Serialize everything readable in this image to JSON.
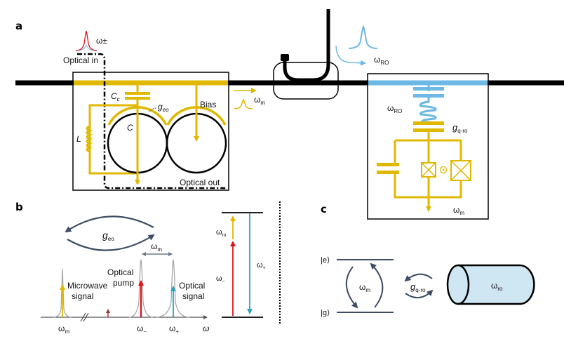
{
  "colors": {
    "gold": "#e0b800",
    "blue": "#6db8e4",
    "red": "#e0101a",
    "teal": "#2aa0c8",
    "dark_arrow": "#3e4d63",
    "grey_peak": "#a8a8a8",
    "cylinder_fill": "#cfe6f3",
    "dark_red": "#9a3030"
  },
  "panel_a": {
    "panel_label": "a",
    "optical_in": "Optical in",
    "optical_out": "Optical out",
    "omega_pm": "ω±",
    "cc_label": "C",
    "cc_sub": "c",
    "g_eo": "g",
    "g_eo_sub": "eo",
    "c_label": "C",
    "l_label": "L",
    "bias_label": "Bias",
    "omega_m": "ω",
    "omega_m_sub": "m",
    "omega_ro_top": "ω",
    "omega_ro_top_sub": "RO",
    "omega_ro_box": "ω",
    "omega_ro_box_sub": "RO",
    "g_qro": "g",
    "g_qro_sub": "q-ro",
    "omega_m_box": "ω",
    "omega_m_box_sub": "m"
  },
  "panel_b": {
    "panel_label": "b",
    "g_eo": "g",
    "g_eo_sub": "eo",
    "spacing": "ω",
    "spacing_sub": "m",
    "microwave_signal": [
      "Microwave",
      "signal"
    ],
    "optical_pump": [
      "Optical",
      "pump"
    ],
    "optical_signal": [
      "Optical",
      "signal"
    ],
    "axis_ticks": [
      {
        "main": "ω",
        "sub": "m"
      },
      {
        "main": "ω",
        "sub": "−"
      },
      {
        "main": "ω",
        "sub": "+"
      }
    ],
    "axis_label": "ω",
    "levels": {
      "omega_m": {
        "main": "ω",
        "sub": "m"
      },
      "omega_minus": {
        "main": "ω",
        "sub": "−"
      },
      "omega_plus": {
        "main": "ω",
        "sub": "+"
      }
    }
  },
  "panel_c": {
    "panel_label": "c",
    "excited": "|e⟩",
    "ground": "|g⟩",
    "omega_m": "ω",
    "omega_m_sub": "m",
    "g_qro": "g",
    "g_qro_sub": "q-ro",
    "omega_ro": "ω",
    "omega_ro_sub": "ro"
  }
}
